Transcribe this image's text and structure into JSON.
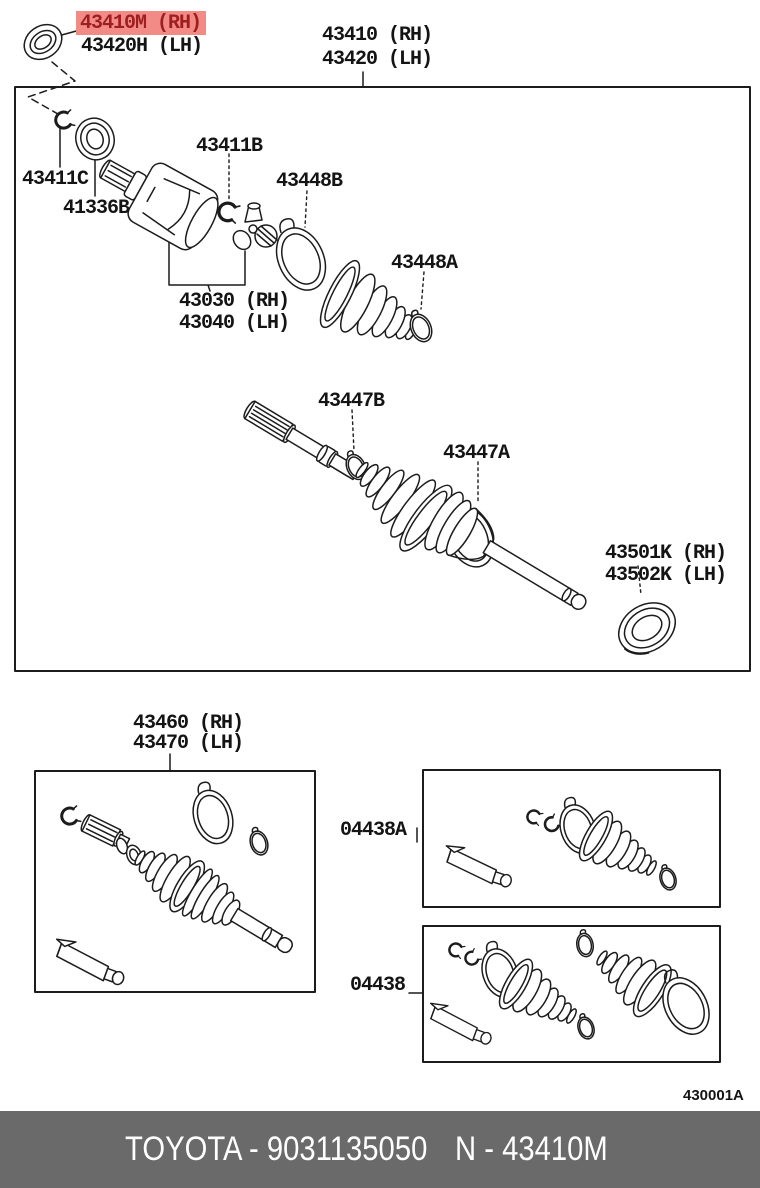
{
  "diagram": {
    "figure_code": "430001A",
    "callouts": {
      "p43410m": "43410M (RH)",
      "p43420h": "43420H (LH)",
      "p43410": "43410 (RH)",
      "p43420": "43420 (LH)",
      "p43411b": "43411B",
      "p43411c": "43411C",
      "p41336b": "41336B",
      "p43448b": "43448B",
      "p43448a": "43448A",
      "p43030": "43030 (RH)",
      "p43040": "43040 (LH)",
      "p43447b": "43447B",
      "p43447a": "43447A",
      "p43501k": "43501K (RH)",
      "p43502k": "43502K (LH)",
      "p43460": "43460 (RH)",
      "p43470": "43470 (LH)",
      "p04438a": "04438A",
      "p04438": "04438"
    },
    "highlighted_callout": "43410M (RH)",
    "colors": {
      "highlight_bg": "#f28b86",
      "highlight_text": "#9e1f1f",
      "line": "#1c1c1c",
      "footer_bg": "#6a6a6a",
      "footer_text": "#ffffff"
    }
  },
  "footer": {
    "catalog_ref": "TOYOTA - 9031135050",
    "part_ref": "N - 43410M"
  }
}
